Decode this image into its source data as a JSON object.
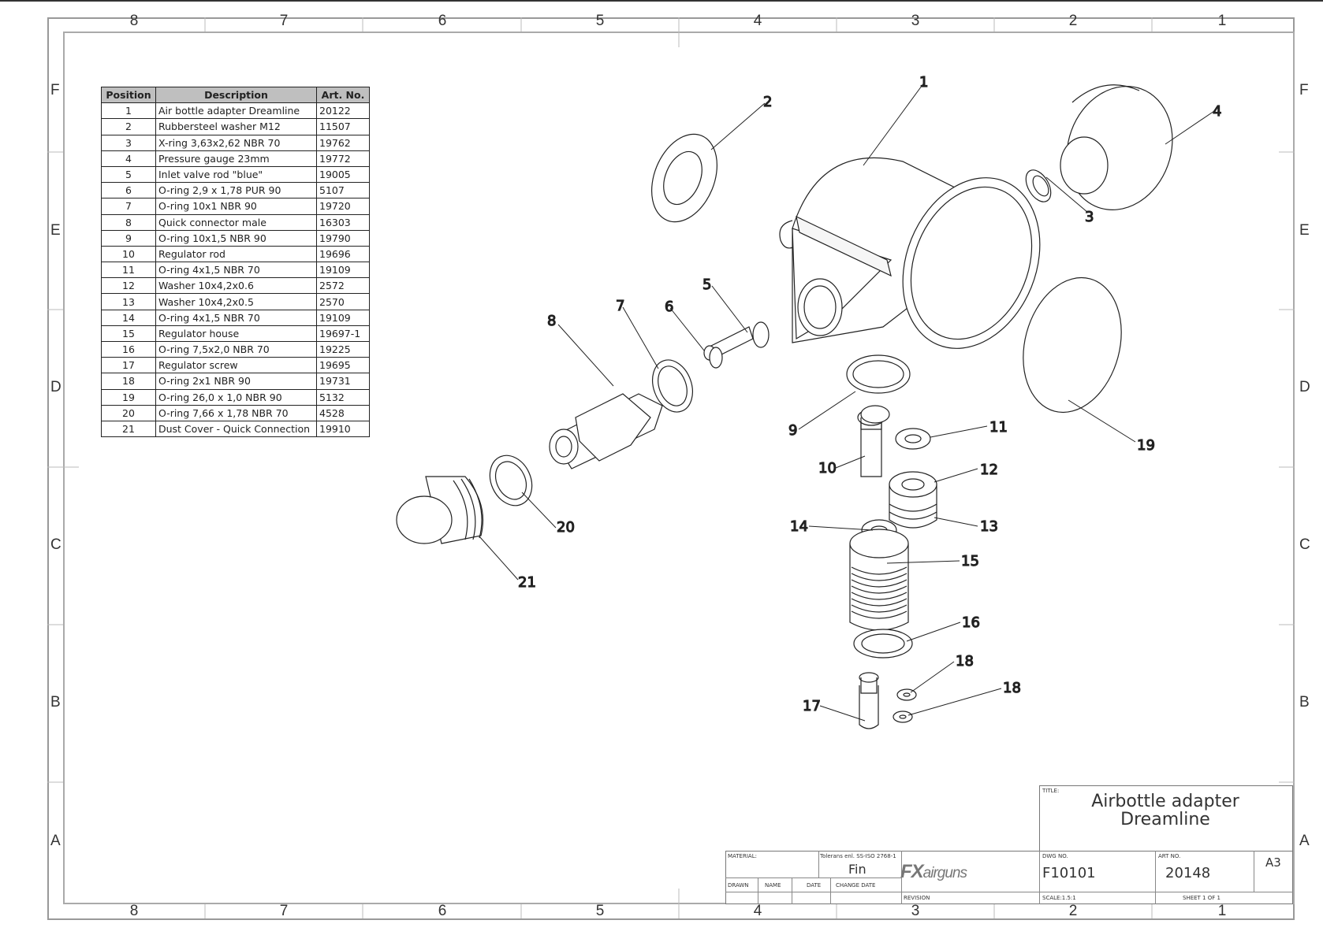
{
  "frame": {
    "columns_top": [
      "8",
      "7",
      "6",
      "5",
      "4",
      "3",
      "2",
      "1"
    ],
    "columns_bottom": [
      "8",
      "7",
      "6",
      "5",
      "4",
      "3",
      "2",
      "1"
    ],
    "rows_left": [
      "F",
      "E",
      "D",
      "C",
      "B",
      "A"
    ],
    "rows_right": [
      "F",
      "E",
      "D",
      "C",
      "B",
      "A"
    ]
  },
  "bom": {
    "headers": {
      "position": "Position",
      "description": "Description",
      "art_no": "Art. No."
    },
    "rows": [
      {
        "pos": "1",
        "desc": "Air bottle adapter Dreamline",
        "art": "20122"
      },
      {
        "pos": "2",
        "desc": "Rubbersteel washer M12",
        "art": "11507"
      },
      {
        "pos": "3",
        "desc": "X-ring 3,63x2,62 NBR 70",
        "art": "19762"
      },
      {
        "pos": "4",
        "desc": "Pressure gauge 23mm",
        "art": "19772"
      },
      {
        "pos": "5",
        "desc": "Inlet valve rod \"blue\"",
        "art": "19005"
      },
      {
        "pos": "6",
        "desc": "O-ring 2,9 x 1,78 PUR 90",
        "art": "5107"
      },
      {
        "pos": "7",
        "desc": "O-ring 10x1 NBR 90",
        "art": "19720"
      },
      {
        "pos": "8",
        "desc": "Quick connector male",
        "art": "16303"
      },
      {
        "pos": "9",
        "desc": "O-ring 10x1,5 NBR 90",
        "art": "19790"
      },
      {
        "pos": "10",
        "desc": "Regulator rod",
        "art": "19696"
      },
      {
        "pos": "11",
        "desc": "O-ring 4x1,5 NBR 70",
        "art": "19109"
      },
      {
        "pos": "12",
        "desc": "Washer 10x4,2x0.6",
        "art": "2572"
      },
      {
        "pos": "13",
        "desc": "Washer 10x4,2x0.5",
        "art": "2570"
      },
      {
        "pos": "14",
        "desc": "O-ring 4x1,5 NBR 70",
        "art": "19109"
      },
      {
        "pos": "15",
        "desc": "Regulator house",
        "art": "19697-1"
      },
      {
        "pos": "16",
        "desc": "O-ring 7,5x2,0 NBR 70",
        "art": "19225"
      },
      {
        "pos": "17",
        "desc": "Regulator screw",
        "art": "19695"
      },
      {
        "pos": "18",
        "desc": "O-ring 2x1 NBR 90",
        "art": "19731"
      },
      {
        "pos": "19",
        "desc": "O-ring 26,0 x 1,0 NBR 90",
        "art": "5132"
      },
      {
        "pos": "20",
        "desc": "O-ring 7,66 x 1,78 NBR 70",
        "art": "4528"
      },
      {
        "pos": "21",
        "desc": "Dust Cover - Quick Connection",
        "art": "19910"
      }
    ]
  },
  "callouts": [
    "1",
    "2",
    "3",
    "4",
    "5",
    "6",
    "7",
    "8",
    "9",
    "10",
    "11",
    "12",
    "13",
    "14",
    "15",
    "16",
    "17",
    "18",
    "18",
    "19",
    "20",
    "21"
  ],
  "title_block": {
    "title_label": "TITLE:",
    "title_line1": "Airbottle adapter",
    "title_line2": "Dreamline",
    "material_label": "MATERIAL:",
    "tolerance_label": "Tolerans enl. SS-ISO 2768-1",
    "tolerance_value": "Fin",
    "drawn_label": "DRAWN",
    "name_label": "NAME",
    "date_label": "DATE",
    "change_date_label": "CHANGE DATE",
    "revision_label": "REVISION",
    "logo_main": "FX",
    "logo_sub": "airguns",
    "dwg_no_label": "DWG NO.",
    "dwg_no": "F10101",
    "art_no_label": "ART NO.",
    "art_no": "20148",
    "size": "A3",
    "scale_label": "SCALE:1.5:1",
    "sheet_label": "SHEET 1 OF 1"
  }
}
